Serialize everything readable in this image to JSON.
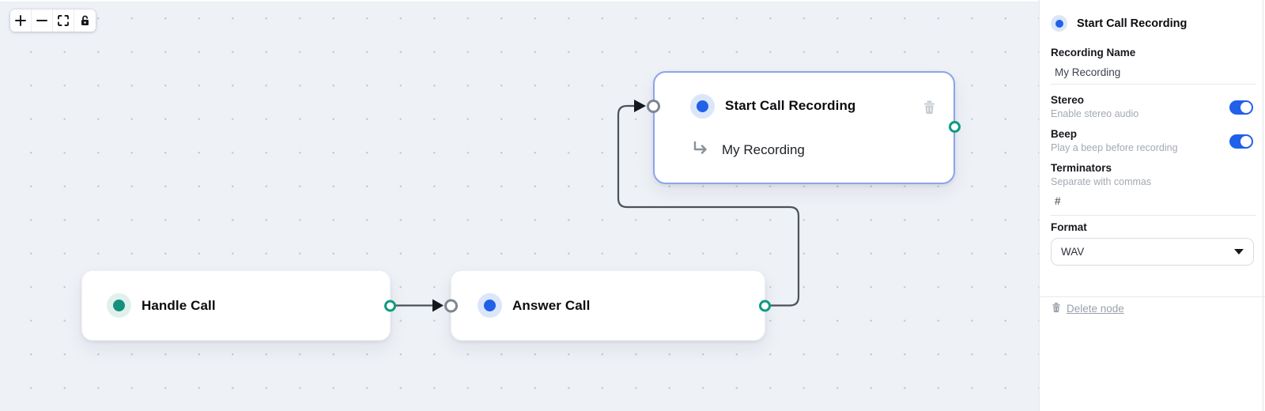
{
  "colors": {
    "canvas_bg": "#eef1f6",
    "accent_blue": "#2160e8",
    "teal": "#14917c",
    "teal_handle": "#0f9b80",
    "edge": "#4b525b",
    "selected_node_border": "#8ba4ec",
    "toggle_on": "#2160e8"
  },
  "toolbar": {
    "buttons": [
      {
        "name": "zoom-in",
        "icon": "plus-icon"
      },
      {
        "name": "zoom-out",
        "icon": "minus-icon"
      },
      {
        "name": "fit-view",
        "icon": "fit-view-icon"
      },
      {
        "name": "toggle-interactivity",
        "icon": "unlock-icon"
      }
    ]
  },
  "canvas": {
    "nodes": [
      {
        "id": "handle-call",
        "title": "Handle Call",
        "dot_color": "teal",
        "selected": false
      },
      {
        "id": "answer-call",
        "title": "Answer Call",
        "dot_color": "blue",
        "selected": false
      },
      {
        "id": "start-call-recording",
        "title": "Start Call Recording",
        "subtitle": "My Recording",
        "dot_color": "blue",
        "selected": true
      }
    ],
    "edges": [
      {
        "from": "handle-call",
        "to": "answer-call"
      },
      {
        "from": "answer-call",
        "to": "start-call-recording"
      }
    ]
  },
  "sidebar": {
    "title": "Start Call Recording",
    "recording_name": {
      "label": "Recording Name",
      "value": "My Recording"
    },
    "stereo": {
      "label": "Stereo",
      "description": "Enable stereo audio",
      "enabled": true
    },
    "beep": {
      "label": "Beep",
      "description": "Play a beep before recording",
      "enabled": true
    },
    "terminators": {
      "label": "Terminators",
      "description": "Separate with commas",
      "value": "#"
    },
    "format": {
      "label": "Format",
      "value": "WAV"
    },
    "delete_label": "Delete node"
  }
}
